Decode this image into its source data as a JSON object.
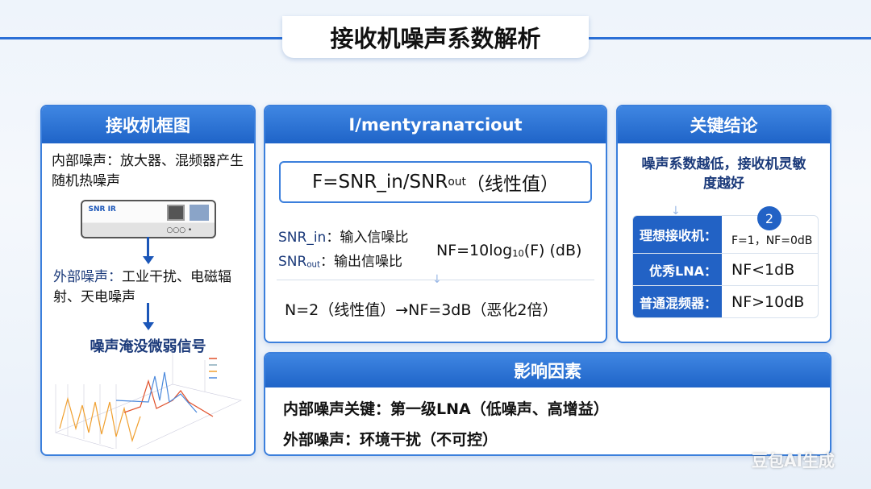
{
  "title": "接收机噪声系数解析",
  "left": {
    "header": "接收机框图",
    "internal": "内部噪声：放大器、混频器产生随机热噪声",
    "device_label": "SNR IR",
    "external_label": "外部噪声：",
    "external_text": "工业干扰、电磁辐射、天电噪声",
    "result": "噪声淹没微弱信号"
  },
  "middle": {
    "header": "I/mentyranaтciout",
    "formula_main": "F=SNR_in/SNR",
    "formula_sub": "out",
    "formula_tail": "（线性值）",
    "snr_in_label": "SNR_in",
    "snr_in_text": "：输入信噪比",
    "snr_out_label": "SNR",
    "snr_out_sub": "out",
    "snr_out_text": "：输出信噪比",
    "nf_formula": "NF=10log",
    "nf_sub": "10",
    "nf_tail": "(F) (dB)",
    "example": "N=2（线性值）→NF=3dB（恶化2倍）"
  },
  "right": {
    "header": "关键结论",
    "conclusion": "噪声系数越低，接收机灵敏度越好",
    "badge": "2",
    "rows": [
      {
        "label": "理想接收机：",
        "value": "F=1，NF=0dB"
      },
      {
        "label": "优秀LNA：",
        "value": "NF<1dB"
      },
      {
        "label": "普通混频器：",
        "value": "NF>10dB"
      }
    ]
  },
  "bottom": {
    "header": "影响因素",
    "line1": "内部噪声关键：第一级LNA（低噪声、高增益）",
    "line2": "外部噪声：环境干扰（不可控）"
  },
  "watermark": "豆包AI生成",
  "colors": {
    "accent": "#2262c5",
    "navy": "#1b3a7a"
  }
}
